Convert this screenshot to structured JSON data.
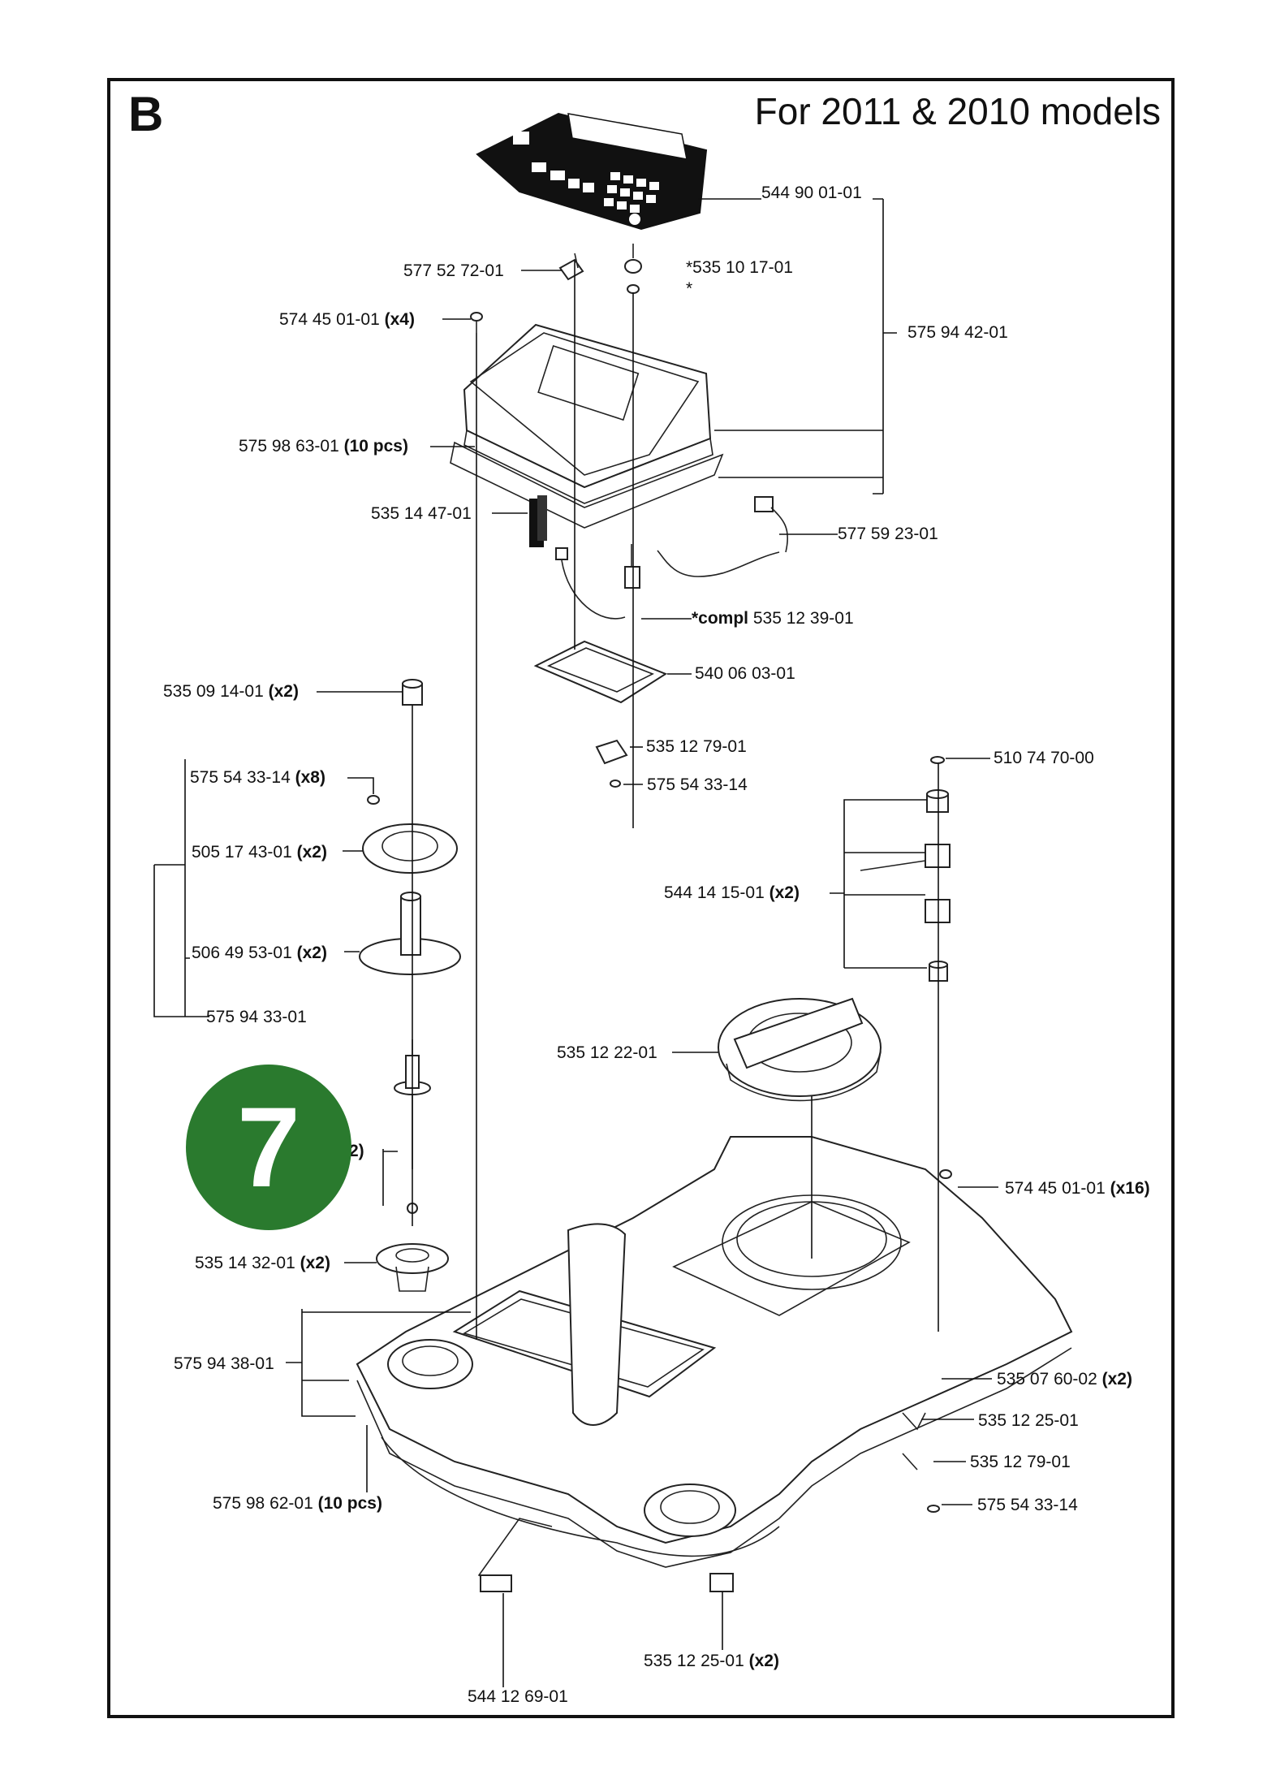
{
  "header": {
    "section": "B",
    "models": "For 2011 & 2010 models"
  },
  "badge": {
    "page_number": "7"
  },
  "labels": [
    {
      "id": "lbl-544900101",
      "text": "544 90 01-01",
      "bold": ""
    },
    {
      "id": "lbl-577527201",
      "text": "577 52 72-01",
      "bold": ""
    },
    {
      "id": "lbl-535101701",
      "text": "*535 10 17-01",
      "bold": ""
    },
    {
      "id": "lbl-star",
      "text": "*",
      "bold": ""
    },
    {
      "id": "lbl-574450101-x4",
      "text": "574 45 01-01 ",
      "bold": "(x4)"
    },
    {
      "id": "lbl-575944201",
      "text": "575 94 42-01",
      "bold": ""
    },
    {
      "id": "lbl-575986301",
      "text": "575 98 63-01 ",
      "bold": "(10 pcs)"
    },
    {
      "id": "lbl-535144701",
      "text": "535 14 47-01",
      "bold": ""
    },
    {
      "id": "lbl-577592301",
      "text": "577 59 23-01",
      "bold": ""
    },
    {
      "id": "lbl-compl",
      "text": " 535 12 39-01",
      "bold": "*compl"
    },
    {
      "id": "lbl-540060301",
      "text": "540 06 03-01",
      "bold": ""
    },
    {
      "id": "lbl-535091401",
      "text": "535 09 14-01 ",
      "bold": "(x2)"
    },
    {
      "id": "lbl-535127901-top",
      "text": "535 12 79-01",
      "bold": ""
    },
    {
      "id": "lbl-510747000",
      "text": "510 74 70-00",
      "bold": ""
    },
    {
      "id": "lbl-575543314-x8",
      "text": "575 54 33-14 ",
      "bold": "(x8)"
    },
    {
      "id": "lbl-575543314-top",
      "text": "575 54 33-14",
      "bold": ""
    },
    {
      "id": "lbl-505174301",
      "text": "505 17 43-01 ",
      "bold": "(x2)"
    },
    {
      "id": "lbl-544141501",
      "text": "544 14 15-01 ",
      "bold": "(x2)"
    },
    {
      "id": "lbl-506495301",
      "text": "506 49 53-01 ",
      "bold": "(x2)"
    },
    {
      "id": "lbl-575943301",
      "text": "575 94 33-01",
      "bold": ""
    },
    {
      "id": "lbl-535122201",
      "text": "535 12 22-01",
      "bold": ""
    },
    {
      "id": "lbl-partial-x2",
      "text": "2)",
      "bold": ""
    },
    {
      "id": "lbl-574450101-x16",
      "text": "574 45 01-01 ",
      "bold": "(x16)"
    },
    {
      "id": "lbl-535143201",
      "text": "535 14 32-01 ",
      "bold": "(x2)"
    },
    {
      "id": "lbl-575943801",
      "text": "575 94 38-01",
      "bold": ""
    },
    {
      "id": "lbl-535076002",
      "text": "535 07 60-02 ",
      "bold": "(x2)"
    },
    {
      "id": "lbl-535122501",
      "text": "535 12 25-01",
      "bold": ""
    },
    {
      "id": "lbl-535127901-bot",
      "text": "535 12 79-01",
      "bold": ""
    },
    {
      "id": "lbl-575986201",
      "text": "575 98 62-01 ",
      "bold": "(10 pcs)"
    },
    {
      "id": "lbl-575543314-bot",
      "text": "575 54 33-14",
      "bold": ""
    },
    {
      "id": "lbl-535122501-x2",
      "text": "535 12 25-01 ",
      "bold": "(x2)"
    },
    {
      "id": "lbl-544126901",
      "text": "544 12 69-01",
      "bold": ""
    }
  ]
}
